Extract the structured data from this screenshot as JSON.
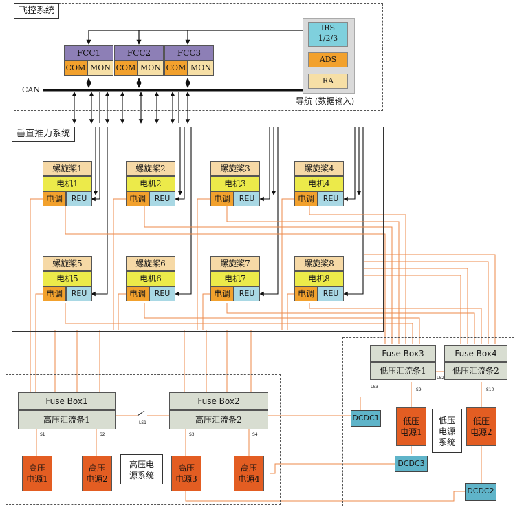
{
  "flight_control": {
    "title": "飞控系统",
    "can_label": "CAN",
    "fccs": [
      {
        "name": "FCC1",
        "com": "COM",
        "mon": "MON"
      },
      {
        "name": "FCC2",
        "com": "COM",
        "mon": "MON"
      },
      {
        "name": "FCC3",
        "com": "COM",
        "mon": "MON"
      }
    ],
    "nav": {
      "irs": "IRS",
      "irs_sub": "1/2/3",
      "ads": "ADS",
      "ra": "RA",
      "caption": "导航 (数据输入)"
    }
  },
  "vertical_thrust": {
    "title": "垂直推力系统",
    "units": [
      {
        "prop": "螺旋桨1",
        "motor": "电机1",
        "esc": "电调",
        "reu": "REU"
      },
      {
        "prop": "螺旋桨2",
        "motor": "电机2",
        "esc": "电调",
        "reu": "REU"
      },
      {
        "prop": "螺旋桨3",
        "motor": "电机3",
        "esc": "电调",
        "reu": "REU"
      },
      {
        "prop": "螺旋桨4",
        "motor": "电机4",
        "esc": "电调",
        "reu": "REU"
      },
      {
        "prop": "螺旋桨5",
        "motor": "电机5",
        "esc": "电调",
        "reu": "REU"
      },
      {
        "prop": "螺旋桨6",
        "motor": "电机6",
        "esc": "电调",
        "reu": "REU"
      },
      {
        "prop": "螺旋桨7",
        "motor": "电机7",
        "esc": "电调",
        "reu": "REU"
      },
      {
        "prop": "螺旋桨8",
        "motor": "电机8",
        "esc": "电调",
        "reu": "REU"
      }
    ]
  },
  "high_voltage": {
    "fuse1": {
      "name": "Fuse Box1",
      "bus": "高压汇流条1"
    },
    "fuse2": {
      "name": "Fuse Box2",
      "bus": "高压汇流条2"
    },
    "ls1": "LS1",
    "switches": [
      "S1",
      "S2",
      "S3",
      "S4"
    ],
    "sources": [
      {
        "l1": "高压",
        "l2": "电源1"
      },
      {
        "l1": "高压",
        "l2": "电源2"
      },
      {
        "l1": "高压",
        "l2": "电源3"
      },
      {
        "l1": "高压",
        "l2": "电源4"
      }
    ],
    "system_label_1": "高压电",
    "system_label_2": "源系统"
  },
  "low_voltage": {
    "fuse3": {
      "name": "Fuse Box3",
      "bus": "低压汇流条1"
    },
    "fuse4": {
      "name": "Fuse Box4",
      "bus": "低压汇流条2"
    },
    "ls_labels": [
      "LS3",
      "S9",
      "LS2",
      "S10"
    ],
    "dcdc": [
      "DCDC1",
      "DCDC3",
      "DCDC2"
    ],
    "sources": [
      {
        "l1": "低压",
        "l2": "电源1"
      },
      {
        "l1": "低压",
        "l2": "电源2"
      }
    ],
    "system_label": [
      "低压",
      "电源",
      "系统"
    ]
  },
  "colors": {
    "fcc_header": "#8d7fb6",
    "com": "#f2a12d",
    "mon": "#f6dfa6",
    "propeller": "#f6d9a6",
    "motor": "#ecea4a",
    "reu": "#a9d8e4",
    "power_source": "#e35d22",
    "dcdc": "#5fb4c9",
    "fuse_box": "#d8ddd1",
    "power_line": "#ee8a4a"
  }
}
